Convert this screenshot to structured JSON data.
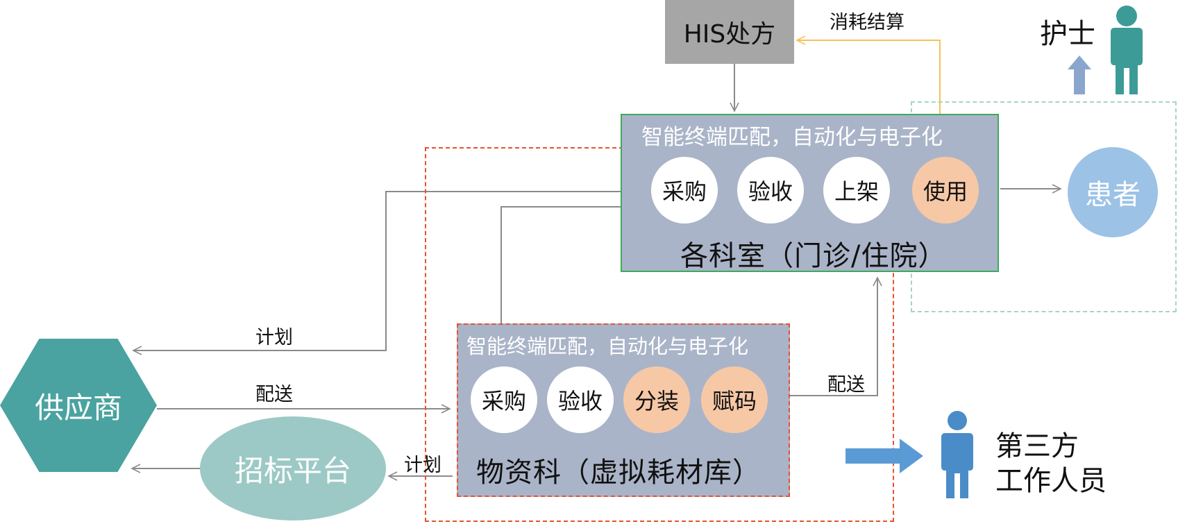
{
  "his": {
    "label": "HIS处方"
  },
  "consume_settle": {
    "label": "消耗结算"
  },
  "nurse": {
    "label": "护士"
  },
  "dept": {
    "header": "智能终端匹配，自动化与电子化",
    "steps": [
      "采购",
      "验收",
      "上架",
      "使用"
    ],
    "footer": "各科室（门诊/住院）"
  },
  "patient": {
    "label": "患者"
  },
  "store": {
    "header": "智能终端匹配，自动化与电子化",
    "steps": [
      "采购",
      "验收",
      "分装",
      "赋码"
    ],
    "footer": "物资科（虚拟耗材库）"
  },
  "supplier": {
    "label": "供应商"
  },
  "platform": {
    "label": "招标平台"
  },
  "edges": {
    "plan_to_supplier": "计划",
    "deliver_from_supplier": "配送",
    "plan_to_platform": "计划",
    "deliver_to_dept": "配送"
  },
  "third_party": {
    "line1": "第三方",
    "line2": "工作人员"
  },
  "colors": {
    "teal": "#4aa3a0",
    "light_teal": "#9cc9c5",
    "box_fill": "#aab4c8",
    "peach": "#f7c8a6",
    "patient_blue": "#9cc2e6",
    "person_teal": "#3d9b97",
    "person_blue": "#4a8cc8",
    "his_gray": "#a6a6a6",
    "green_border": "#3daa5c",
    "red_dash": "#e8502e",
    "orange_line": "#f5c05a"
  }
}
